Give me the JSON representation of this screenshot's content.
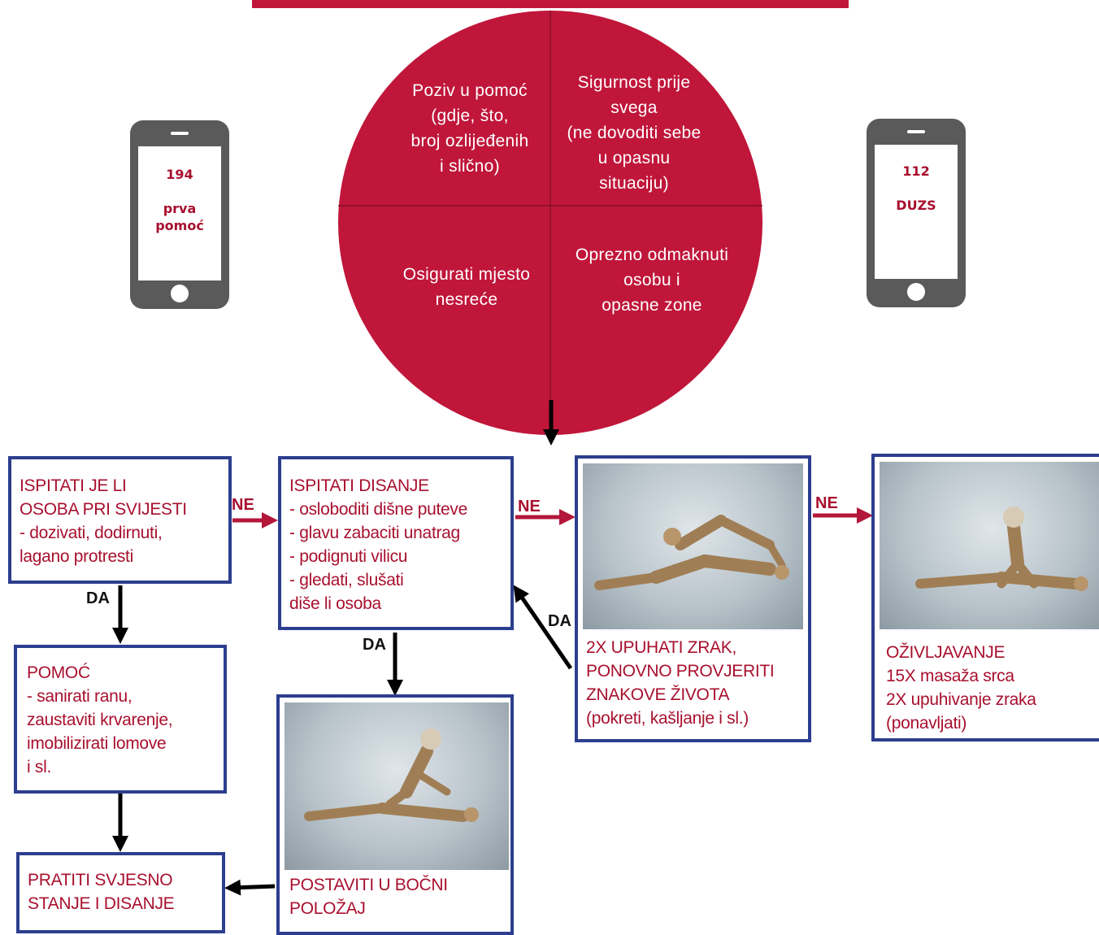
{
  "circle": {
    "top_left": "Poziv u pomoć\n(gdje, što,\nbroj ozlijeđenih\ni slično)",
    "top_right": "Sigurnost prije\nsvega\n(ne dovoditi sebe\nu opasnu\nsituaciju)",
    "bottom_left": "Osigurati mjesto\nnesreće",
    "bottom_right": "Oprezno odmaknuti\nosobu i\nopasne zone"
  },
  "phones": {
    "left": "194\n\nprva\npomoć",
    "right": "112\n\nDUZS"
  },
  "boxes": {
    "consciousness": "ISPITATI JE LI\nOSOBA PRI SVIJESTI\n- dozivati, dodirnuti,\nlagano protresti",
    "breathing": "ISPITATI DISANJE\n- osloboditi dišne puteve\n- glavu zabaciti unatrag\n- podignuti vilicu\n- gledati, slušati\ndiše li osoba",
    "rescue_breaths": "2X UPUHATI ZRAK,\nPONOVNO PROVJERITI\nZNAKOVE ŽIVOTA\n(pokreti, kašljanje i sl.)",
    "cpr": "OŽIVLJAVANJE\n15X masaža srca\n2X upuhivanje zraka\n(ponavljati)",
    "help": "POMOĆ\n- sanirati ranu,\nzaustaviti krvarenje,\nimobilizirati lomove\ni sl.",
    "recovery": "POSTAVITI U BOČNI\nPOLOŽAJ",
    "monitor": "PRATITI SVJESNO\nSTANJE I DISANJE"
  },
  "labels": {
    "ne": "NE",
    "da": "DA"
  },
  "colors": {
    "circle": "#c0163a",
    "box_border": "#2c3e8f",
    "box_text": "#a8102e",
    "phone": "#5a5a5a"
  }
}
